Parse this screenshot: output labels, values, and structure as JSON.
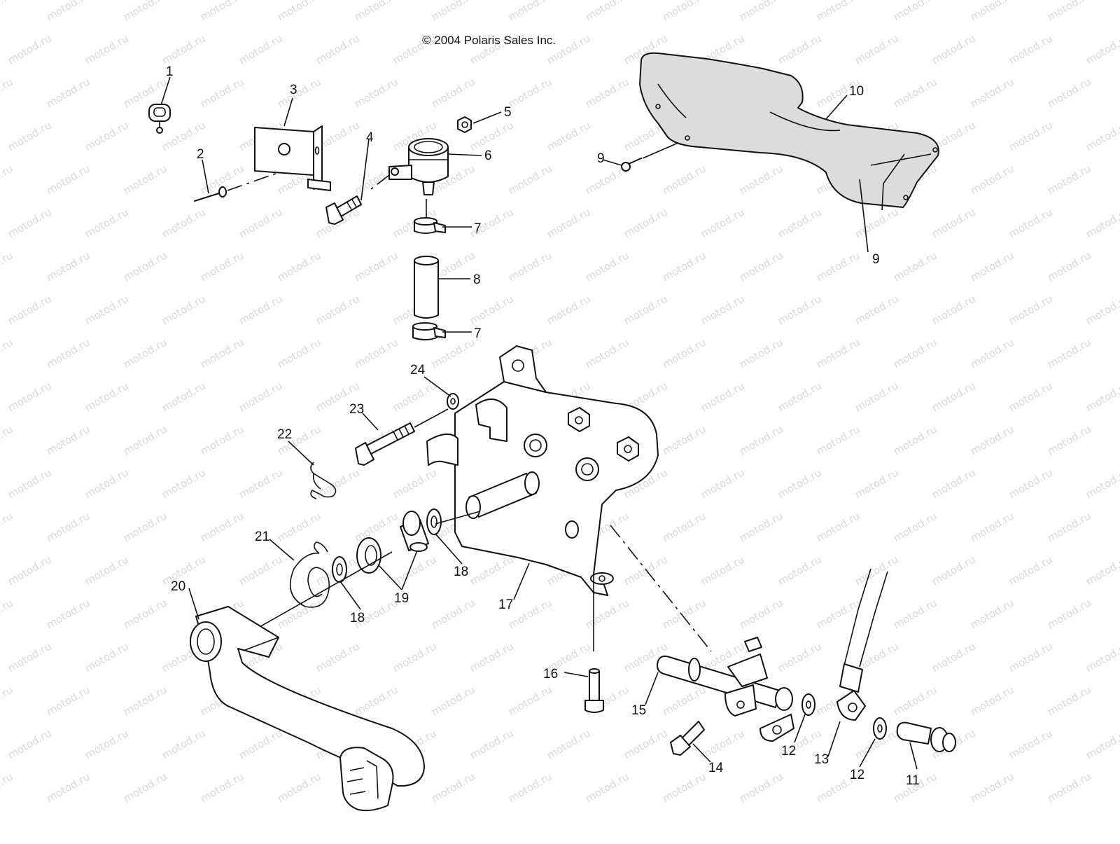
{
  "copyright": "© 2004 Polaris Sales Inc.",
  "watermark": "motod.ru",
  "callouts": [
    "1",
    "2",
    "3",
    "4",
    "5",
    "6",
    "7",
    "7",
    "8",
    "9",
    "9",
    "10",
    "11",
    "12",
    "12",
    "13",
    "14",
    "15",
    "16",
    "17",
    "18",
    "18",
    "19",
    "20",
    "21",
    "22",
    "23",
    "24"
  ]
}
